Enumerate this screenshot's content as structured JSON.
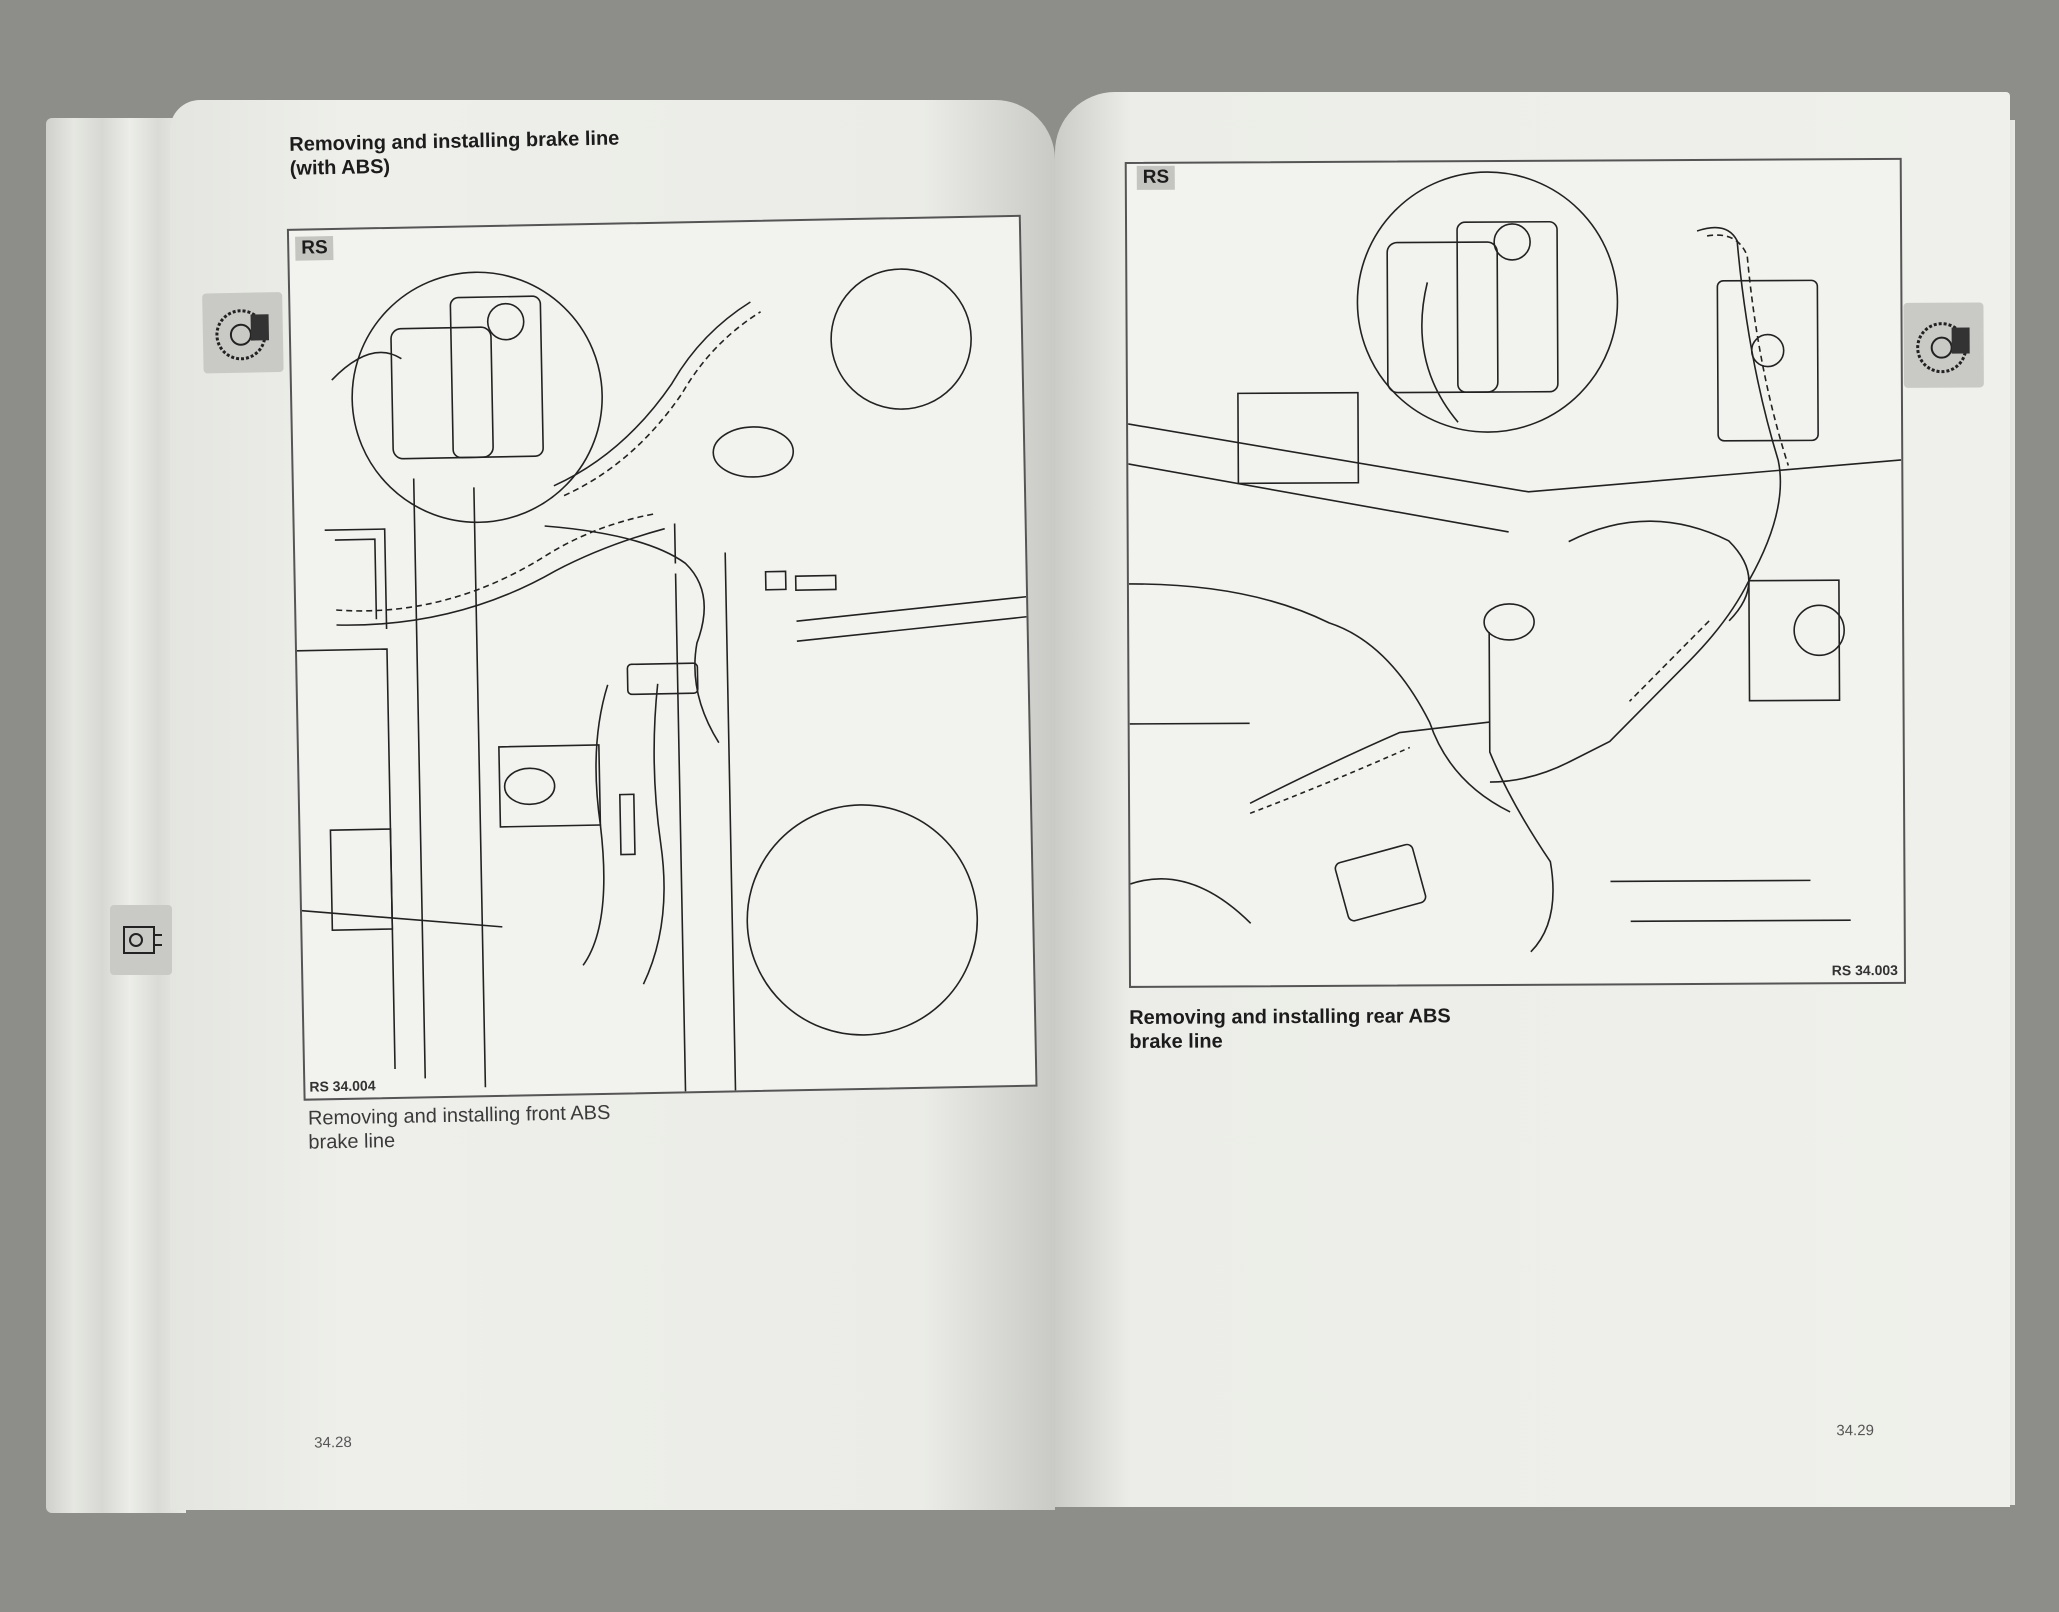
{
  "left_page": {
    "title_line1": "Removing and installing brake line",
    "title_line2": "(with ABS)",
    "figure_badge": "RS",
    "figure_id": "RS 34.004",
    "caption_line1": "Removing and installing front ABS",
    "caption_line2": "brake line",
    "page_number": "34.28",
    "thumb_icons": [
      "brake-caliper-icon",
      "abs-unit-icon"
    ]
  },
  "right_page": {
    "figure_badge": "RS",
    "figure_id": "RS 34.003",
    "caption_line1": "Removing and installing rear ABS",
    "caption_line2": "brake line",
    "page_number": "34.29",
    "thumb_icons": [
      "brake-caliper-icon"
    ]
  }
}
